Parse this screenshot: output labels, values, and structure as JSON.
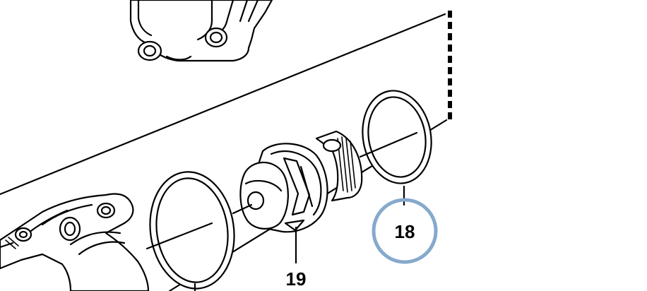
{
  "diagram": {
    "callouts": [
      {
        "id": "seal-ring",
        "label": "18",
        "highlighted": true
      },
      {
        "id": "thermostat",
        "label": "19",
        "highlighted": false
      }
    ],
    "highlight_color": "#86A9CC",
    "line_color": "#000000",
    "background": "#FFFFFF"
  }
}
